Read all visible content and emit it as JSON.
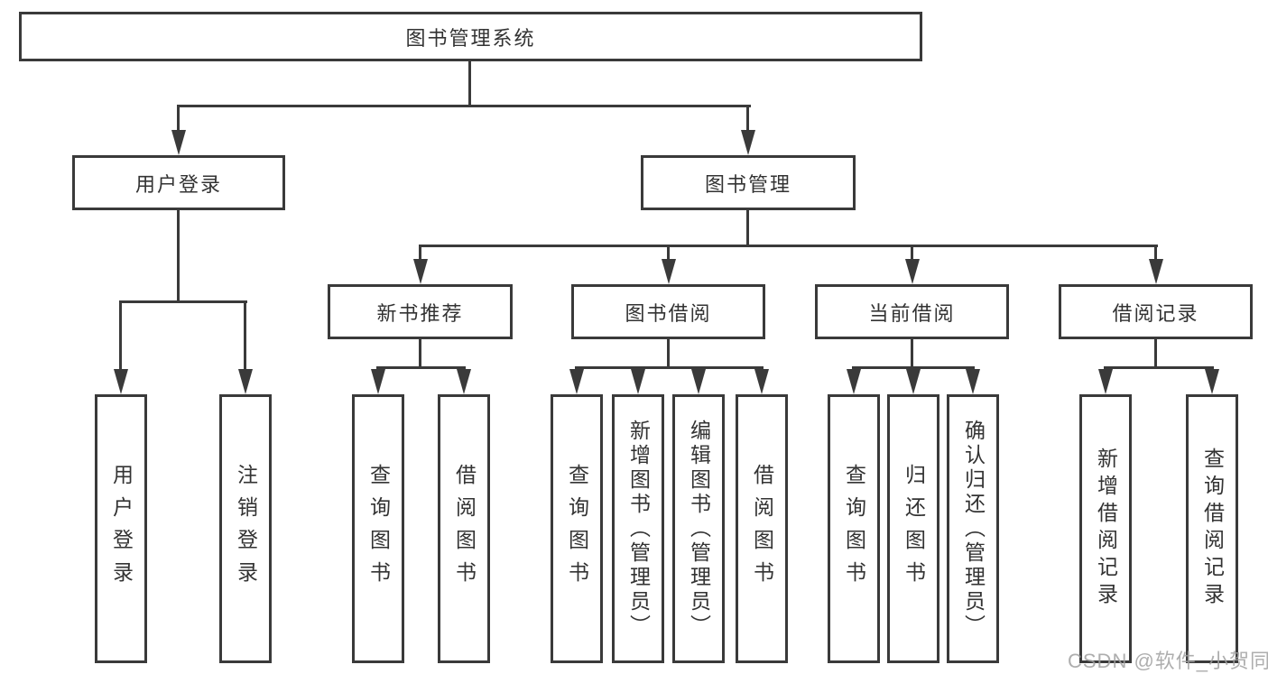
{
  "diagram": {
    "root": "图书管理系统",
    "level2": [
      "用户登录",
      "图书管理"
    ],
    "level3": [
      "新书推荐",
      "图书借阅",
      "当前借阅",
      "借阅记录"
    ],
    "user_login_children": [
      "用户登录",
      "注销登录"
    ],
    "new_books_children": [
      "查询图书",
      "借阅图书"
    ],
    "book_borrow_children": [
      "查询图书",
      "新增图书（管理员）",
      "编辑图书（管理员）",
      "借阅图书"
    ],
    "current_borrow_children": [
      "查询图书",
      "归还图书",
      "确认归还（管理员）"
    ],
    "borrow_records_children": [
      "新增借阅记录",
      "查询借阅记录"
    ]
  },
  "watermark": "CSDN @软件_小贺同学",
  "colors": {
    "line": "#3a3a3a",
    "text": "#333333",
    "watermark": "#a0a0a0",
    "background": "#ffffff"
  }
}
